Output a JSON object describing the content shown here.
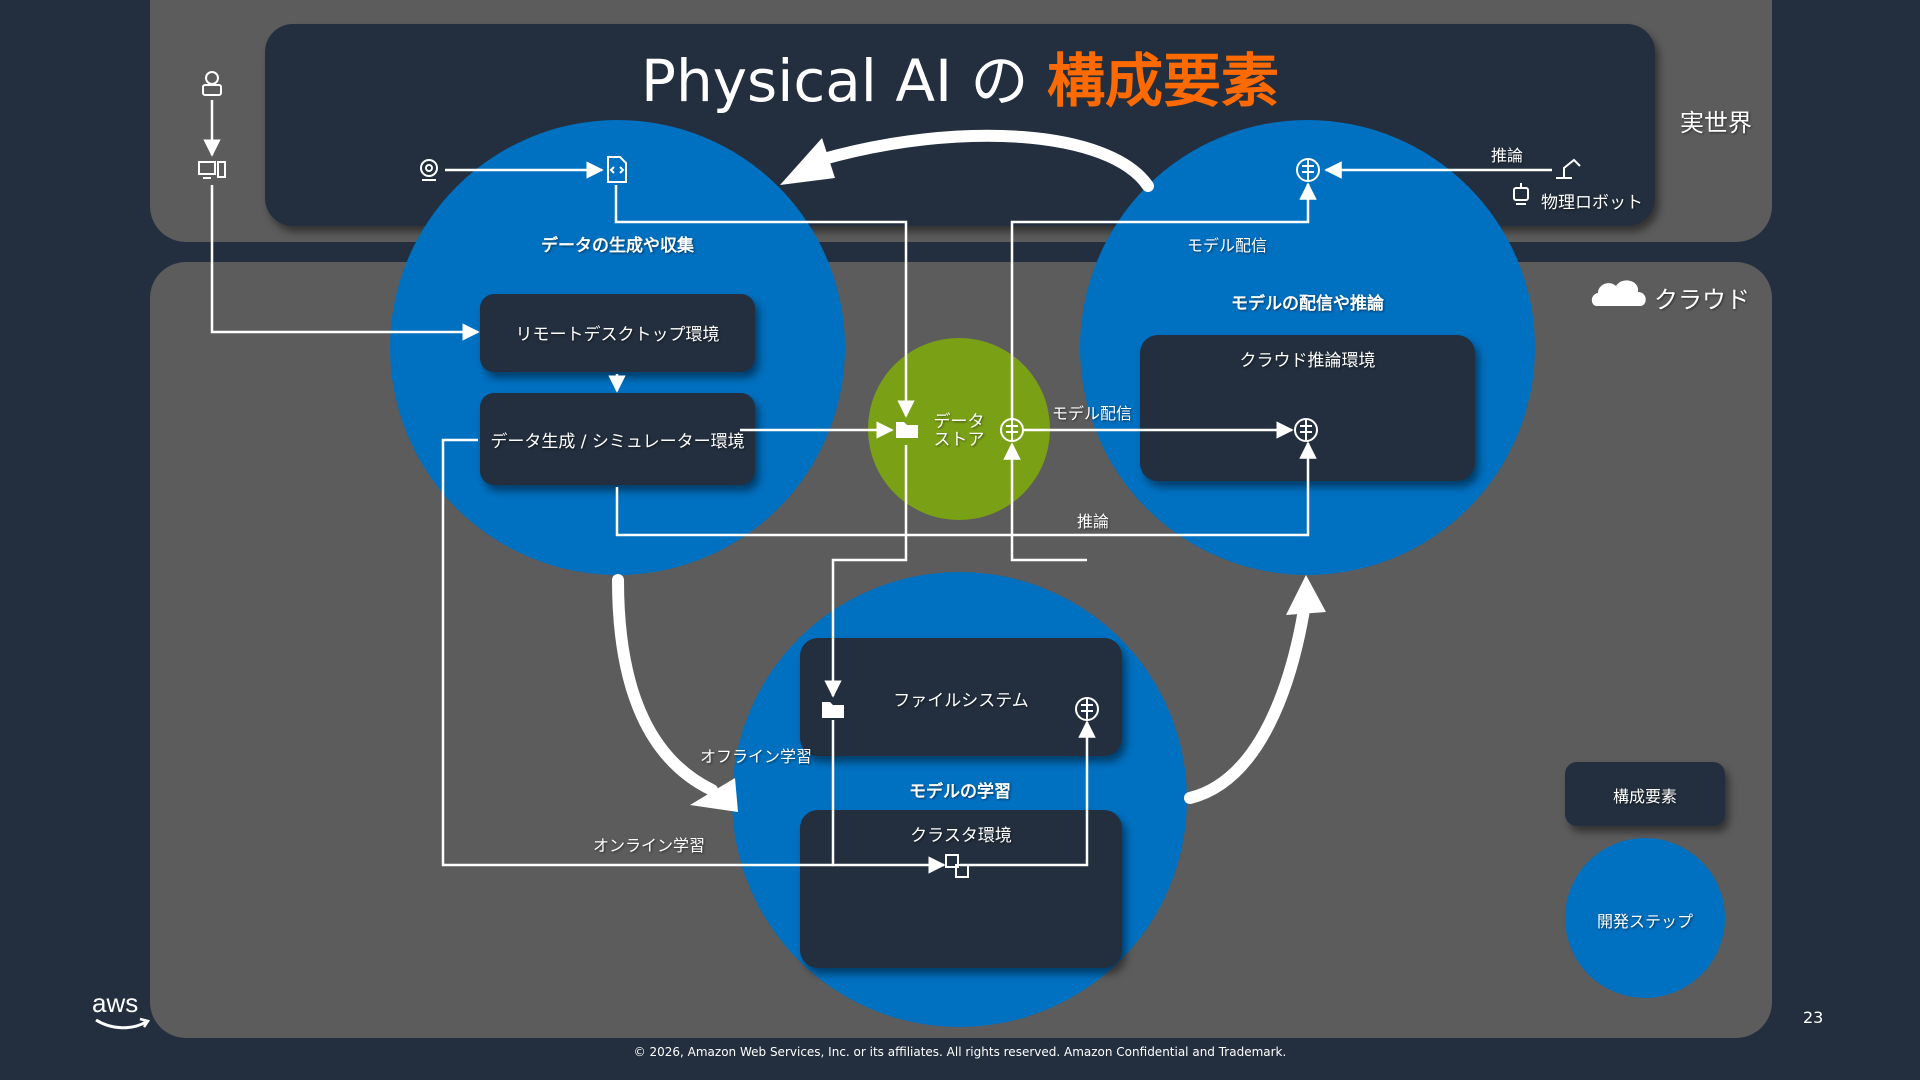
{
  "title": {
    "prefix": "Physical AI の ",
    "highlight": "構成要素"
  },
  "colors": {
    "background": "#232f3e",
    "panel": "#5c5c5c",
    "step_circle": "#0070c0",
    "datastore": "#7aa116",
    "accent": "#ff6a00",
    "box": "#232f3e"
  },
  "zones": {
    "real_world": "実世界",
    "cloud": "クラウド"
  },
  "steps": {
    "collect": "データの生成や収集",
    "train": "モデルの学習",
    "deploy": "モデルの配信や推論"
  },
  "components": {
    "remote_desktop": "リモートデスクトップ環境",
    "simulator": "データ生成 / シミュレーター環境",
    "file_system": "ファイルシステム",
    "cluster": "クラスタ環境",
    "cloud_inference": "クラウド推論環境",
    "datastore_line1": "データ",
    "datastore_line2": "ストア",
    "physical_robot": "物理ロボット"
  },
  "edge_labels": {
    "inference_top": "推論",
    "model_delivery_top": "モデル配信",
    "model_delivery_mid": "モデル配信",
    "inference_mid": "推論",
    "offline_learning": "オフライン学習",
    "online_learning": "オンライン学習"
  },
  "legend": {
    "component": "構成要素",
    "dev_step": "開発ステップ"
  },
  "icons": [
    "operator-icon",
    "computer-icon",
    "camera-icon",
    "code-file-icon",
    "brain-icon",
    "robot-arm-icon",
    "robot-icon",
    "folder-icon",
    "cluster-icon",
    "cloud-icon",
    "aws-logo"
  ],
  "footer": {
    "copyright": "© 2026, Amazon Web Services, Inc. or its affiliates. All rights reserved. Amazon Confidential and Trademark.",
    "page_number": "23",
    "logo": "aws"
  }
}
